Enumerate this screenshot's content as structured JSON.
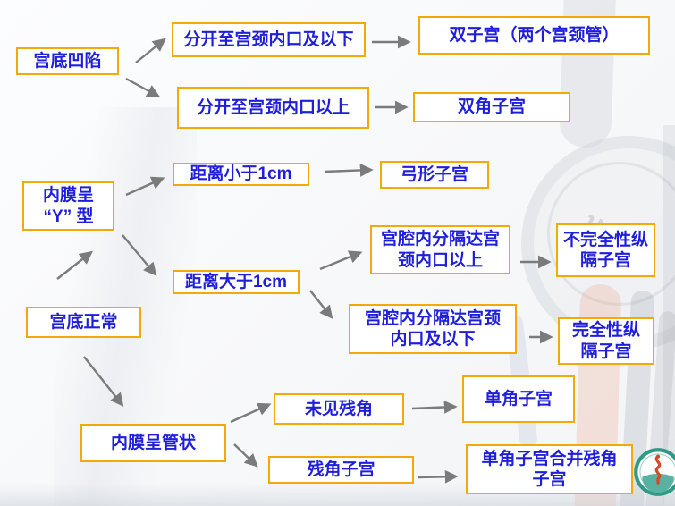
{
  "flowchart": {
    "nodes": [
      {
        "id": "fundus-depressed",
        "label": "宫底凹陷"
      },
      {
        "id": "separate-below",
        "label": "分开至宫颈内口及以下"
      },
      {
        "id": "didelphys",
        "label": "双子宫（两个宫颈管）"
      },
      {
        "id": "separate-above",
        "label": "分开至宫颈内口以上"
      },
      {
        "id": "bicornuate",
        "label": "双角子宫"
      },
      {
        "id": "endometrium-y-shaped",
        "label": "内膜呈\n“Y” 型"
      },
      {
        "id": "distance-lt-1cm",
        "label": "距离小于1cm"
      },
      {
        "id": "arcuate",
        "label": "弓形子宫"
      },
      {
        "id": "distance-gt-1cm",
        "label": "距离大于1cm"
      },
      {
        "id": "septum-above-os",
        "label": "宫腔内分隔达宫\n颈内口以上"
      },
      {
        "id": "incomplete-septate",
        "label": "不完全性纵\n隔子宫"
      },
      {
        "id": "normal-fundus",
        "label": "宫底正常"
      },
      {
        "id": "septum-at-below-os",
        "label": "宫腔内分隔达宫颈\n内口及以下"
      },
      {
        "id": "complete-septate",
        "label": "完全性纵\n隔子宫"
      },
      {
        "id": "endometrium-tubular",
        "label": "内膜呈管状"
      },
      {
        "id": "no-rudimentary-horn",
        "label": "未见残角"
      },
      {
        "id": "unicornuate",
        "label": "单角子宫"
      },
      {
        "id": "rudimentary-horn",
        "label": "残角子宫"
      },
      {
        "id": "unicornuate-with-horn",
        "label": "单角子宫合并残角\n子宫"
      }
    ],
    "edges": [
      {
        "from": "fundus-depressed",
        "to": "separate-below"
      },
      {
        "from": "fundus-depressed",
        "to": "separate-above"
      },
      {
        "from": "separate-below",
        "to": "didelphys"
      },
      {
        "from": "separate-above",
        "to": "bicornuate"
      },
      {
        "from": "endometrium-y-shaped",
        "to": "distance-lt-1cm"
      },
      {
        "from": "endometrium-y-shaped",
        "to": "distance-gt-1cm"
      },
      {
        "from": "distance-lt-1cm",
        "to": "arcuate"
      },
      {
        "from": "distance-gt-1cm",
        "to": "septum-above-os"
      },
      {
        "from": "distance-gt-1cm",
        "to": "septum-at-below-os"
      },
      {
        "from": "septum-above-os",
        "to": "incomplete-septate"
      },
      {
        "from": "septum-at-below-os",
        "to": "complete-septate"
      },
      {
        "from": "normal-fundus",
        "to": "endometrium-y-shaped"
      },
      {
        "from": "normal-fundus",
        "to": "endometrium-tubular"
      },
      {
        "from": "endometrium-tubular",
        "to": "no-rudimentary-horn"
      },
      {
        "from": "endometrium-tubular",
        "to": "rudimentary-horn"
      },
      {
        "from": "no-rudimentary-horn",
        "to": "unicornuate"
      },
      {
        "from": "rudimentary-horn",
        "to": "unicornuate-with-horn"
      }
    ]
  },
  "background": {
    "stethoscope_brand": "Spirit"
  },
  "icons": {
    "hospital_emblem": "hospital-emblem-icon"
  },
  "colors": {
    "box_border": "#F5A80A",
    "box_text": "#1E1EDC",
    "arrow": "#7B7B7B",
    "emblem_green": "#2F9B85",
    "emblem_teal": "#58B2A2",
    "emblem_red": "#D44A28"
  }
}
